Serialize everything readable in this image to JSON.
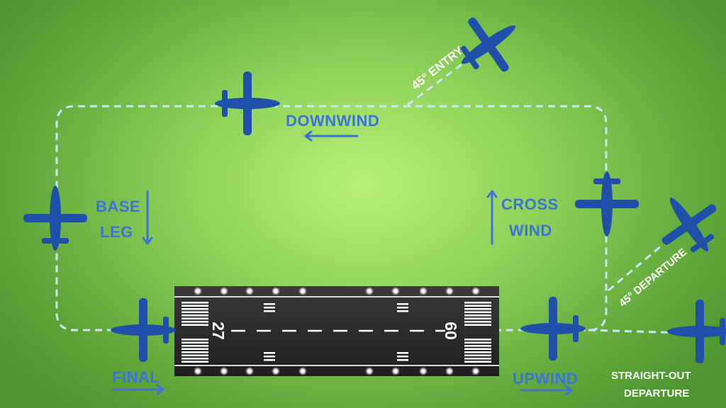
{
  "labels": {
    "downwind": "DOWNWIND",
    "base_line1": "BASE",
    "base_line2": "LEG",
    "crosswind_line1": "CROSS",
    "crosswind_line2": "WIND",
    "final": "FINAL",
    "upwind": "UPWIND",
    "entry_45": "45° ENTRY",
    "departure_45": "45° DEPARTURE",
    "straight_out_line1": "STRAIGHT-OUT",
    "straight_out_line2": "DEPARTURE"
  },
  "runway": {
    "number_left": "27",
    "number_right": "09"
  },
  "icons": {
    "airplane": "airplane-icon",
    "arrow": "arrow-icon"
  },
  "colors": {
    "airplane": "#1f4fa8",
    "label": "#3b73d6",
    "path": "#cde6f5",
    "runway": "#2a2a2a",
    "marking": "#ffffff",
    "background_center": "#b7f07b",
    "background_edge": "#4f9531"
  }
}
